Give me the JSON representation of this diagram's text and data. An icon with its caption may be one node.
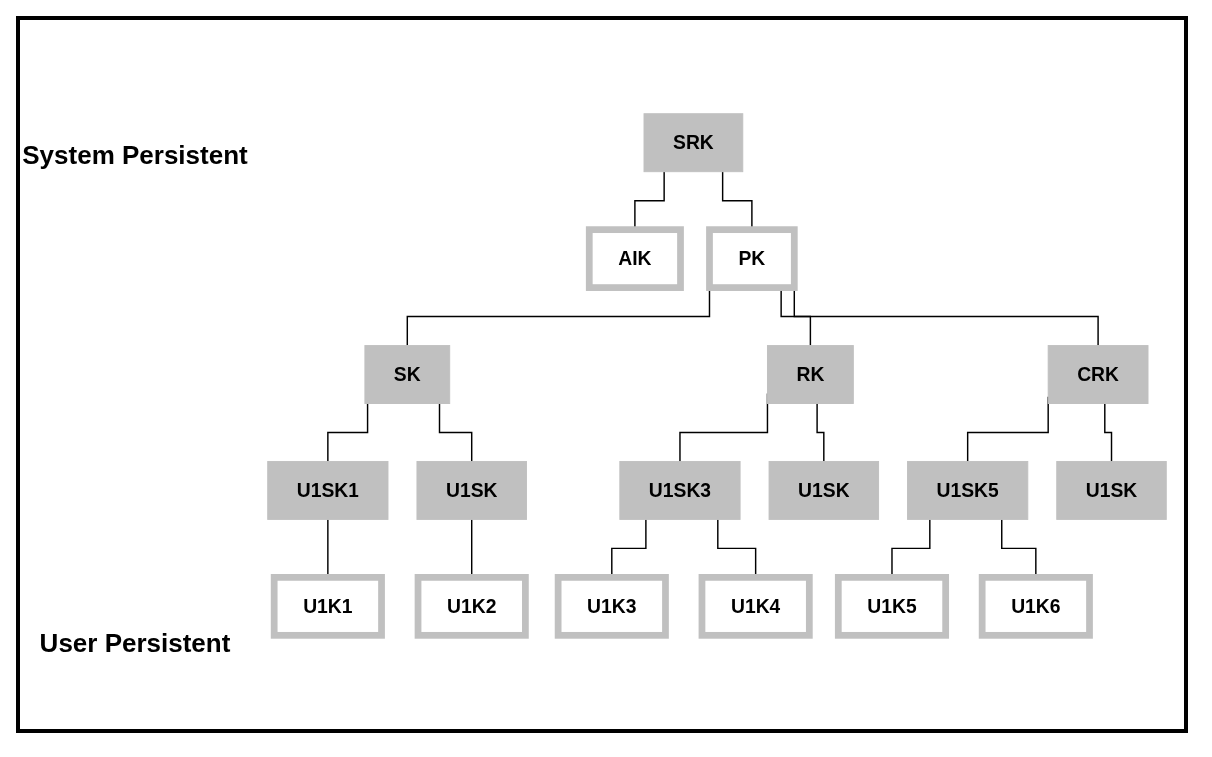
{
  "diagram": {
    "nodes": [
      {
        "text": [
          "SRK"
        ]
      },
      {
        "text": [
          "AIK"
        ]
      },
      {
        "text": [
          "PK"
        ]
      },
      {
        "text": [
          "SK"
        ]
      },
      {
        "text": [
          "RK"
        ]
      },
      {
        "text": [
          "CRK"
        ]
      },
      {
        "text": [
          "U1SK1"
        ]
      },
      {
        "text": [
          "U1SK"
        ]
      },
      {
        "text": [
          "U1SK3"
        ]
      },
      {
        "text": [
          "U1SK"
        ]
      },
      {
        "text": [
          "U1SK5"
        ]
      },
      {
        "text": [
          "U1SK"
        ]
      },
      {
        "text": [
          "U1K1"
        ]
      },
      {
        "text": [
          "U1K2"
        ]
      },
      {
        "text": [
          "U1K3"
        ]
      },
      {
        "text": [
          "U1K4"
        ]
      },
      {
        "text": [
          "U1K5"
        ]
      },
      {
        "text": [
          "U1K6"
        ]
      }
    ],
    "edges": [
      {
        "from": 0,
        "to": 1,
        "arrow": "none"
      },
      {
        "from": 0,
        "to": 2,
        "arrow": "none"
      },
      {
        "from": 2,
        "to": 3,
        "arrow": "none"
      },
      {
        "from": 2,
        "to": 4,
        "arrow": "none"
      },
      {
        "from": 2,
        "to": 5,
        "arrow": "none"
      },
      {
        "from": 3,
        "to": 6,
        "arrow": "none"
      },
      {
        "from": 3,
        "to": 7,
        "arrow": "none"
      },
      {
        "from": 4,
        "to": 8,
        "arrow": "none"
      },
      {
        "from": 4,
        "to": 9,
        "arrow": "none"
      },
      {
        "from": 5,
        "to": 10,
        "arrow": "none"
      },
      {
        "from": 5,
        "to": 11,
        "arrow": "none"
      },
      {
        "from": 6,
        "to": 12,
        "arrow": "none"
      },
      {
        "from": 7,
        "to": 13,
        "arrow": "none"
      },
      {
        "from": 8,
        "to": 14,
        "arrow": "none"
      },
      {
        "from": 8,
        "to": 15,
        "arrow": "none"
      },
      {
        "from": 10,
        "to": 16,
        "arrow": "none"
      },
      {
        "from": 10,
        "to": 17,
        "arrow": "none"
      }
    ],
    "labels": [
      "System Persistent",
      "User Persistent"
    ]
  }
}
